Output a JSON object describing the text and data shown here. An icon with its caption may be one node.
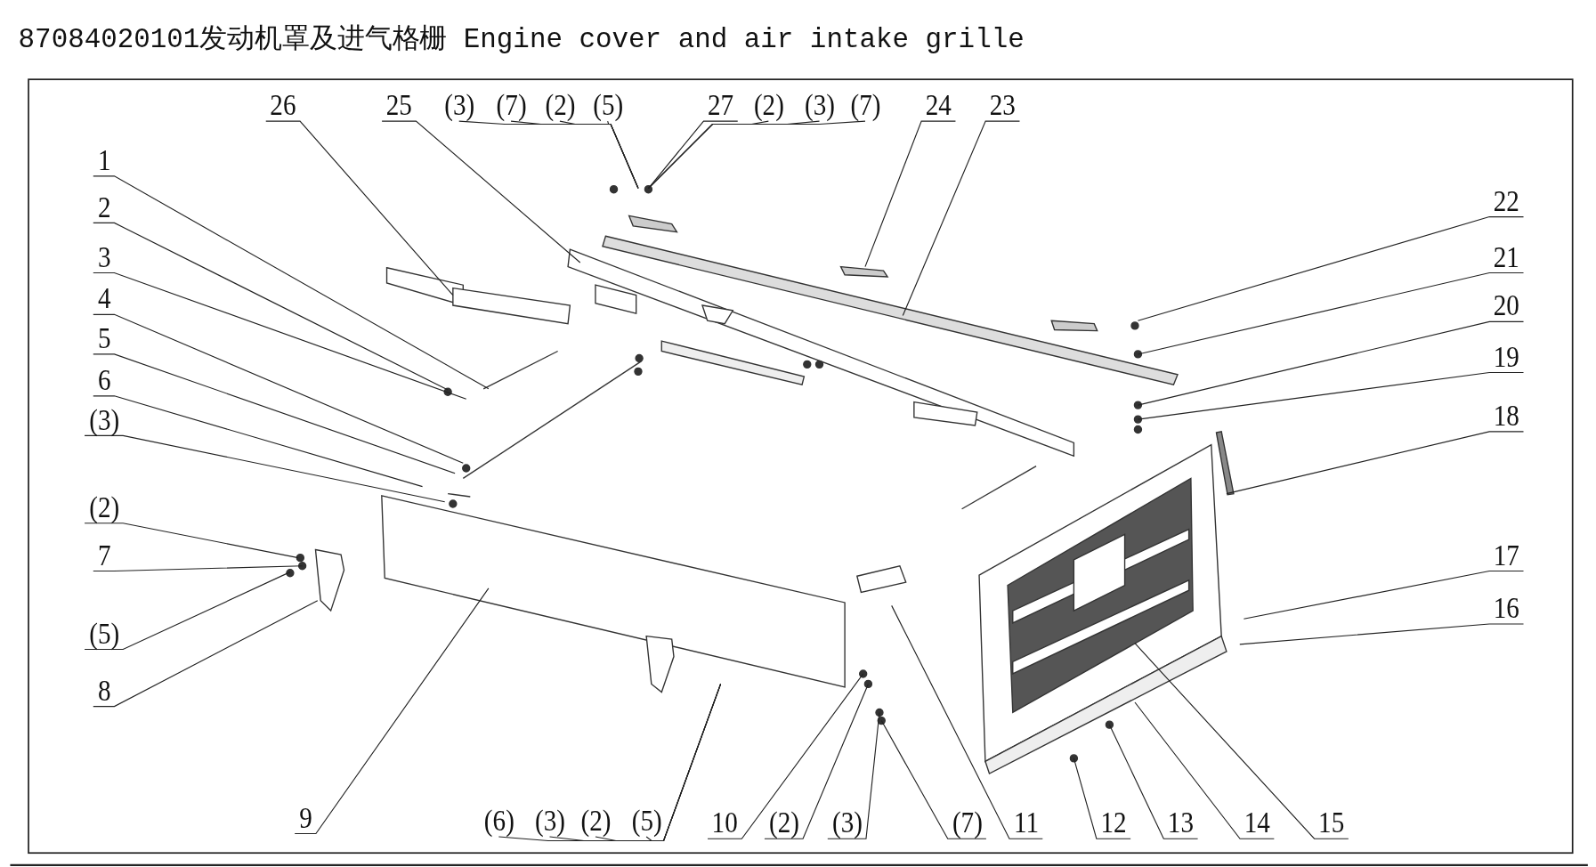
{
  "diagram": {
    "title": "87084020101发动机罩及进气格栅 Engine cover and air intake grille",
    "nodes": [
      {
        "text": [
          "26"
        ]
      },
      {
        "text": [
          "25"
        ]
      },
      {
        "text": [
          "(3)"
        ]
      },
      {
        "text": [
          "(7)"
        ]
      },
      {
        "text": [
          "(2)"
        ]
      },
      {
        "text": [
          "(5)"
        ]
      },
      {
        "text": [
          "27"
        ]
      },
      {
        "text": [
          "(2)"
        ]
      },
      {
        "text": [
          "(3)"
        ]
      },
      {
        "text": [
          "(7)"
        ]
      },
      {
        "text": [
          "24"
        ]
      },
      {
        "text": [
          "23"
        ]
      },
      {
        "text": [
          "1"
        ]
      },
      {
        "text": [
          "2"
        ]
      },
      {
        "text": [
          "3"
        ]
      },
      {
        "text": [
          "4"
        ]
      },
      {
        "text": [
          "5"
        ]
      },
      {
        "text": [
          "6"
        ]
      },
      {
        "text": [
          "(3)"
        ]
      },
      {
        "text": [
          "(2)"
        ]
      },
      {
        "text": [
          "7"
        ]
      },
      {
        "text": [
          "(5)"
        ]
      },
      {
        "text": [
          "8"
        ]
      },
      {
        "text": [
          "22"
        ]
      },
      {
        "text": [
          "21"
        ]
      },
      {
        "text": [
          "20"
        ]
      },
      {
        "text": [
          "19"
        ]
      },
      {
        "text": [
          "18"
        ]
      },
      {
        "text": [
          "17"
        ]
      },
      {
        "text": [
          "16"
        ]
      },
      {
        "text": [
          "9"
        ]
      },
      {
        "text": [
          "(6)"
        ]
      },
      {
        "text": [
          "(3)"
        ]
      },
      {
        "text": [
          "(2)"
        ]
      },
      {
        "text": [
          "(5)"
        ]
      },
      {
        "text": [
          "10"
        ]
      },
      {
        "text": [
          "(2)"
        ]
      },
      {
        "text": [
          "(3)"
        ]
      },
      {
        "text": [
          "(7)"
        ]
      },
      {
        "text": [
          "11"
        ]
      },
      {
        "text": [
          "12"
        ]
      },
      {
        "text": [
          "13"
        ]
      },
      {
        "text": [
          "14"
        ]
      },
      {
        "text": [
          "15"
        ]
      }
    ],
    "edges": [
      {
        "from": 0,
        "to": null,
        "arrow": "none"
      },
      {
        "from": 1,
        "to": null,
        "arrow": "none"
      },
      {
        "from": 2,
        "to": null,
        "arrow": "none"
      },
      {
        "from": 3,
        "to": null,
        "arrow": "none"
      },
      {
        "from": 4,
        "to": null,
        "arrow": "none"
      },
      {
        "from": 5,
        "to": null,
        "arrow": "none"
      },
      {
        "from": 6,
        "to": null,
        "arrow": "none"
      },
      {
        "from": 7,
        "to": null,
        "arrow": "none"
      },
      {
        "from": 8,
        "to": null,
        "arrow": "none"
      },
      {
        "from": 9,
        "to": null,
        "arrow": "none"
      },
      {
        "from": 10,
        "to": null,
        "arrow": "none"
      },
      {
        "from": 11,
        "to": null,
        "arrow": "none"
      },
      {
        "from": 12,
        "to": null,
        "arrow": "none"
      },
      {
        "from": 13,
        "to": null,
        "arrow": "none"
      },
      {
        "from": 14,
        "to": null,
        "arrow": "none"
      },
      {
        "from": 15,
        "to": null,
        "arrow": "none"
      },
      {
        "from": 16,
        "to": null,
        "arrow": "none"
      },
      {
        "from": 17,
        "to": null,
        "arrow": "none"
      },
      {
        "from": 18,
        "to": null,
        "arrow": "none"
      },
      {
        "from": 19,
        "to": null,
        "arrow": "none"
      },
      {
        "from": 20,
        "to": null,
        "arrow": "none"
      },
      {
        "from": 21,
        "to": null,
        "arrow": "none"
      },
      {
        "from": 22,
        "to": null,
        "arrow": "none"
      },
      {
        "from": 23,
        "to": null,
        "arrow": "none"
      },
      {
        "from": 24,
        "to": null,
        "arrow": "none"
      },
      {
        "from": 25,
        "to": null,
        "arrow": "none"
      },
      {
        "from": 26,
        "to": null,
        "arrow": "none"
      },
      {
        "from": 27,
        "to": null,
        "arrow": "none"
      },
      {
        "from": 28,
        "to": null,
        "arrow": "none"
      },
      {
        "from": 29,
        "to": null,
        "arrow": "none"
      },
      {
        "from": 30,
        "to": null,
        "arrow": "none"
      },
      {
        "from": 31,
        "to": null,
        "arrow": "none"
      },
      {
        "from": 32,
        "to": null,
        "arrow": "none"
      },
      {
        "from": 33,
        "to": null,
        "arrow": "none"
      },
      {
        "from": 34,
        "to": null,
        "arrow": "none"
      },
      {
        "from": 35,
        "to": null,
        "arrow": "none"
      },
      {
        "from": 36,
        "to": null,
        "arrow": "none"
      },
      {
        "from": 37,
        "to": null,
        "arrow": "none"
      },
      {
        "from": 38,
        "to": null,
        "arrow": "none"
      },
      {
        "from": 39,
        "to": null,
        "arrow": "none"
      },
      {
        "from": 40,
        "to": null,
        "arrow": "none"
      },
      {
        "from": 41,
        "to": null,
        "arrow": "none"
      },
      {
        "from": 42,
        "to": null,
        "arrow": "none"
      },
      {
        "from": 43,
        "to": null,
        "arrow": "none"
      }
    ]
  }
}
